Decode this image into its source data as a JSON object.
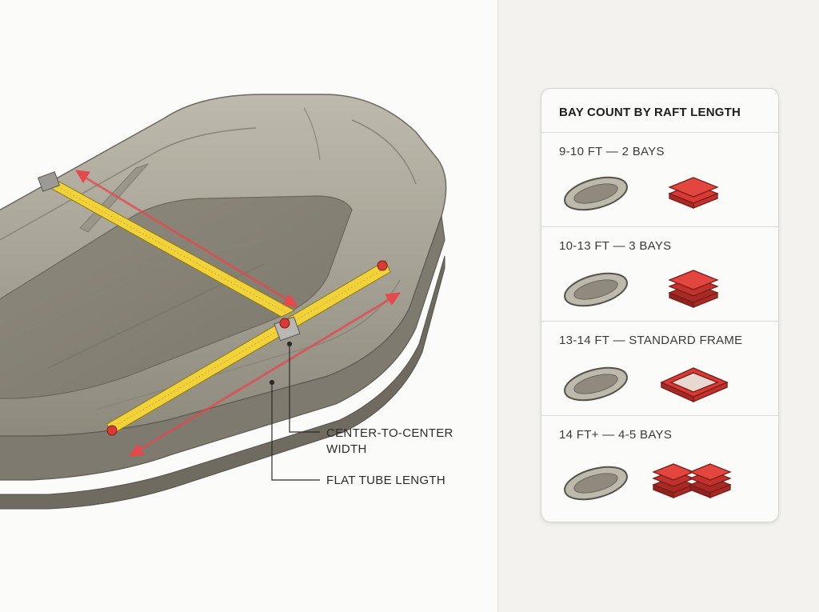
{
  "callouts": {
    "width_line1": "CENTER-TO-CENTER",
    "width_line2": "WIDTH",
    "length": "FLAT TUBE LENGTH"
  },
  "panel": {
    "title": "BAY COUNT BY RAFT LENGTH",
    "rows": [
      {
        "label": "9-10 FT — 2 BAYS",
        "icon": "raft-small-icon",
        "bay_icon": "stacked-bays-icon",
        "bays": 2
      },
      {
        "label": "10-13 FT — 3 BAYS",
        "icon": "raft-small-icon",
        "bay_icon": "stacked-bays-icon",
        "bays": 3
      },
      {
        "label": "13-14 FT — STANDARD FRAME",
        "icon": "raft-small-icon",
        "bay_icon": "frame-icon",
        "bays": 1
      },
      {
        "label": "14 FT+ — 4-5 BAYS",
        "icon": "raft-small-icon",
        "bay_icon": "double-stacked-bays-icon",
        "bays": 4
      }
    ]
  },
  "colors": {
    "tube": "#a8a496",
    "floor": "#8f8a7d",
    "tape": "#f2d23a",
    "arrow": "#e5484d",
    "bay": "#d93a34"
  }
}
